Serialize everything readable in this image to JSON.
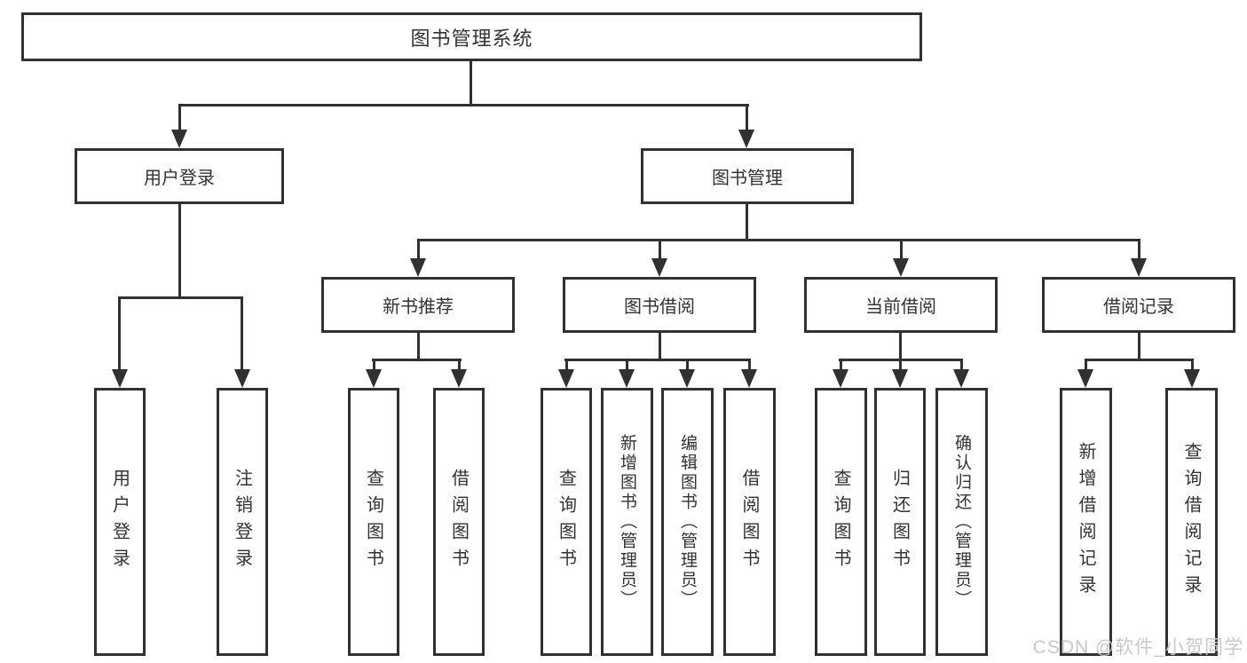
{
  "diagram_title": "图书管理系统",
  "colors": {
    "line": "#313131",
    "box_border": "#313131",
    "box_background": "#ffffff",
    "text": "#333333",
    "watermark": "#c9c9c9"
  },
  "tree": {
    "root": {
      "label": "图书管理系统"
    },
    "branches": [
      {
        "label": "用户登录",
        "children": [
          {
            "label": "用户登录"
          },
          {
            "label": "注销登录"
          }
        ]
      },
      {
        "label": "图书管理",
        "children": [
          {
            "label": "新书推荐",
            "children": [
              {
                "label": "查询图书"
              },
              {
                "label": "借阅图书"
              }
            ]
          },
          {
            "label": "图书借阅",
            "children": [
              {
                "label": "查询图书"
              },
              {
                "label": "新增图书（管理员）"
              },
              {
                "label": "编辑图书（管理员）"
              },
              {
                "label": "借阅图书"
              }
            ]
          },
          {
            "label": "当前借阅",
            "children": [
              {
                "label": "查询图书"
              },
              {
                "label": "归还图书"
              },
              {
                "label": "确认归还（管理员）"
              }
            ]
          },
          {
            "label": "借阅记录",
            "children": [
              {
                "label": "新增借阅记录"
              },
              {
                "label": "查询借阅记录"
              }
            ]
          }
        ]
      }
    ]
  },
  "watermark": {
    "text": "CSDN @软件_小贺同学"
  }
}
